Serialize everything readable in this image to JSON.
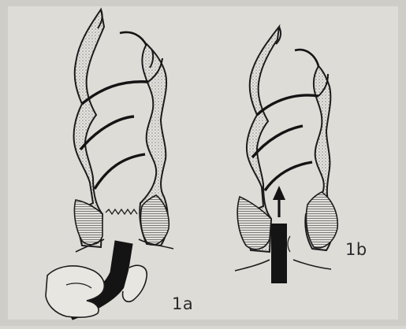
{
  "figure": {
    "panels": [
      {
        "id": "1a",
        "label": "1a"
      },
      {
        "id": "1b",
        "label": "1b"
      }
    ]
  },
  "colors": {
    "background": "#d9d7d2",
    "ink": "#1c1c1c",
    "hatch": "#8c8c8c"
  }
}
